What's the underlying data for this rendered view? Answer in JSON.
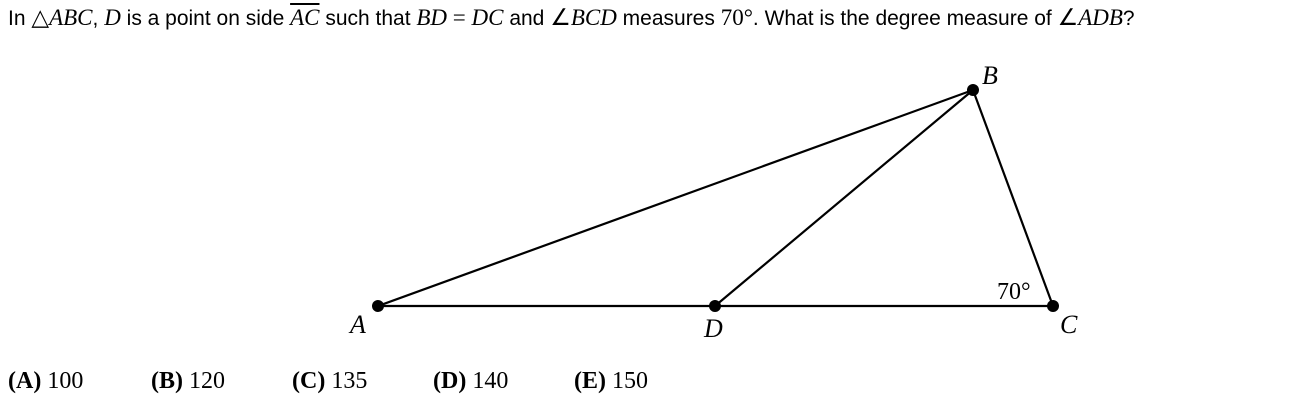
{
  "question": {
    "t1": "In ",
    "tri_symbol": "△",
    "abc": "ABC",
    "t2": ", ",
    "d": "D",
    "t3": " is a point on side ",
    "ac": "AC",
    "t4": " such that ",
    "bd": "BD",
    "eq": " = ",
    "dc": "DC",
    "t5": " and ",
    "angle_symbol": "∠",
    "bcd": "BCD",
    "t6": " measures ",
    "deg70": "70°",
    "t7": ". What is the degree measure of ",
    "angle_symbol2": "∠",
    "adb": "ADB",
    "t8": "?"
  },
  "figure": {
    "labels": {
      "A": "A",
      "B": "B",
      "C": "C",
      "D": "D"
    },
    "angle_label": "70°"
  },
  "choices": [
    {
      "letter": "(A)",
      "value": "100"
    },
    {
      "letter": "(B)",
      "value": "120"
    },
    {
      "letter": "(C)",
      "value": "135"
    },
    {
      "letter": "(D)",
      "value": "140"
    },
    {
      "letter": "(E)",
      "value": "150"
    }
  ]
}
